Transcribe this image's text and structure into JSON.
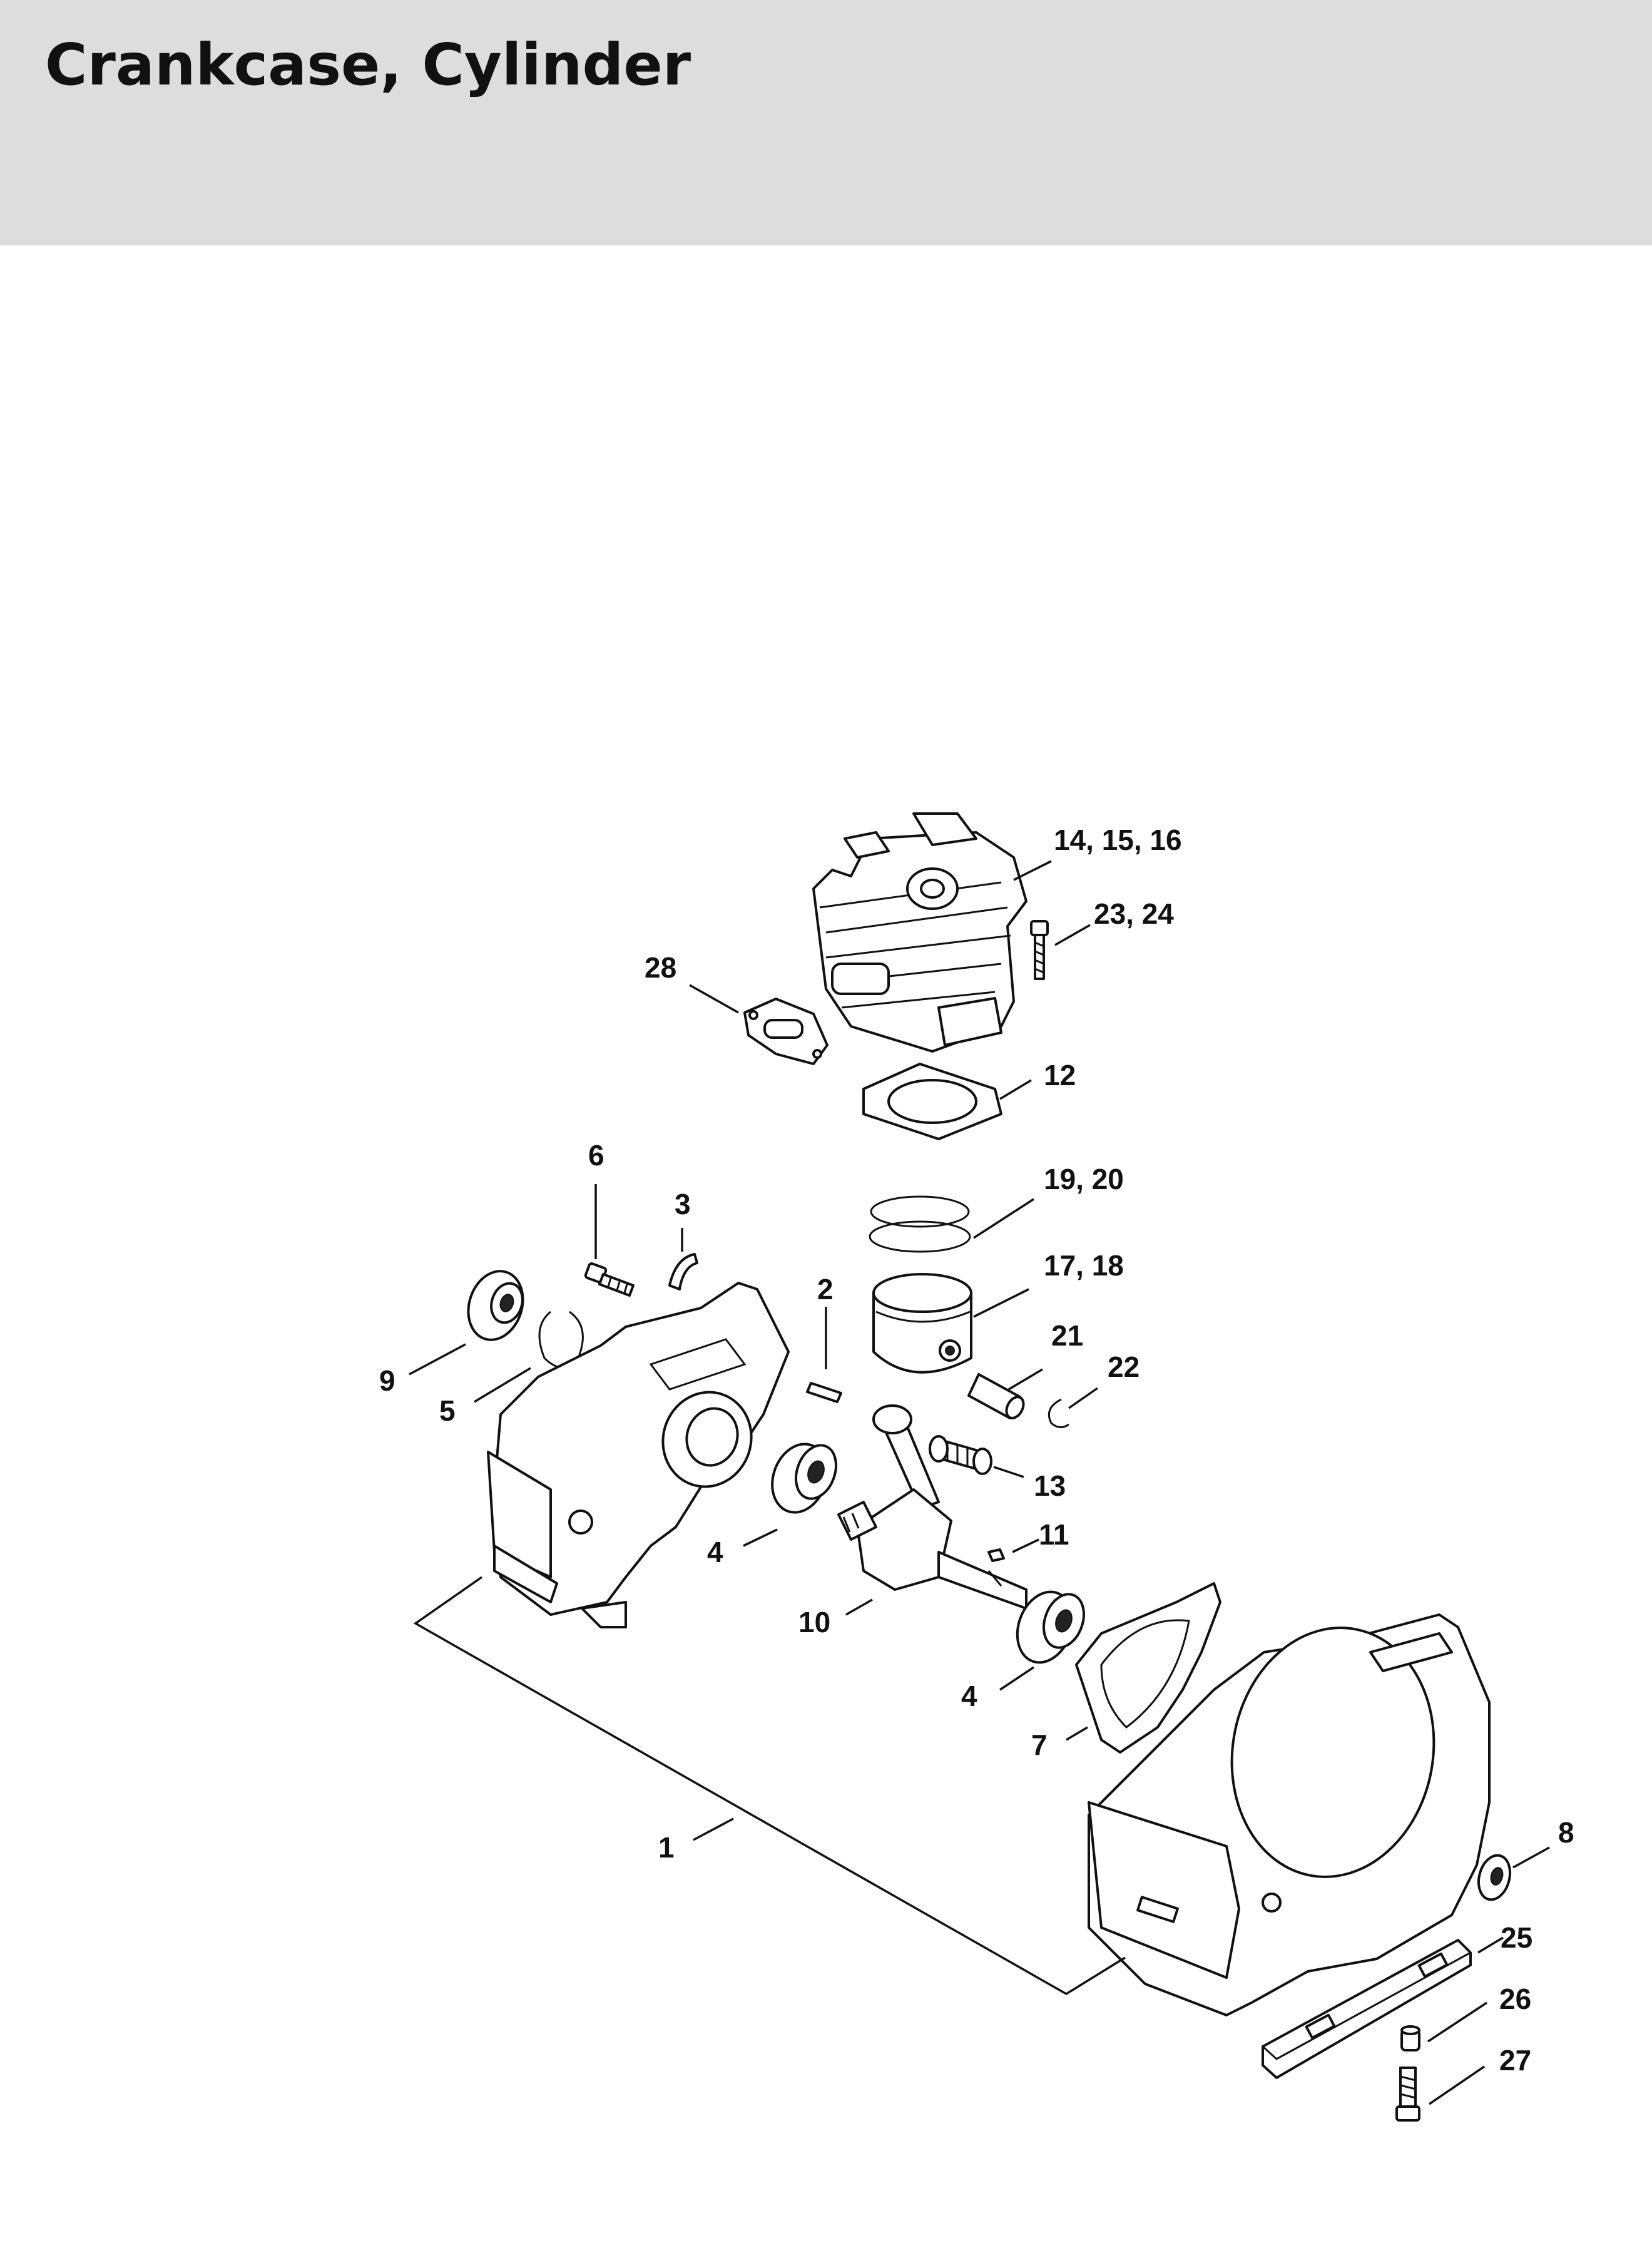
{
  "header": {
    "title": "Crankcase, Cylinder",
    "band_color": "#dcdddc"
  },
  "callouts": [
    {
      "id": "c-14-15-16",
      "label": "14, 15, 16",
      "part": "cylinder"
    },
    {
      "id": "c-23-24",
      "label": "23, 24",
      "part": "cylinder-screw"
    },
    {
      "id": "c-28",
      "label": "28",
      "part": "exhaust-gasket"
    },
    {
      "id": "c-12",
      "label": "12",
      "part": "cylinder-gasket"
    },
    {
      "id": "c-6",
      "label": "6",
      "part": "screw"
    },
    {
      "id": "c-3",
      "label": "3",
      "part": "fitting"
    },
    {
      "id": "c-19-20",
      "label": "19, 20",
      "part": "piston-rings"
    },
    {
      "id": "c-2",
      "label": "2",
      "part": "dowel-pin"
    },
    {
      "id": "c-17-18",
      "label": "17, 18",
      "part": "piston"
    },
    {
      "id": "c-21",
      "label": "21",
      "part": "piston-pin"
    },
    {
      "id": "c-22",
      "label": "22",
      "part": "circlip"
    },
    {
      "id": "c-9",
      "label": "9",
      "part": "oil-seal"
    },
    {
      "id": "c-5",
      "label": "5",
      "part": "snap-ring"
    },
    {
      "id": "c-13",
      "label": "13",
      "part": "needle-cage"
    },
    {
      "id": "c-4a",
      "label": "4",
      "part": "ball-bearing"
    },
    {
      "id": "c-11",
      "label": "11",
      "part": "key"
    },
    {
      "id": "c-10",
      "label": "10",
      "part": "crankshaft"
    },
    {
      "id": "c-4b",
      "label": "4",
      "part": "ball-bearing"
    },
    {
      "id": "c-7",
      "label": "7",
      "part": "crankcase-gasket"
    },
    {
      "id": "c-1",
      "label": "1",
      "part": "crankcase"
    },
    {
      "id": "c-8",
      "label": "8",
      "part": "oil-seal"
    },
    {
      "id": "c-25",
      "label": "25",
      "part": "bracket"
    },
    {
      "id": "c-26",
      "label": "26",
      "part": "sleeve"
    },
    {
      "id": "c-27",
      "label": "27",
      "part": "screw"
    }
  ]
}
